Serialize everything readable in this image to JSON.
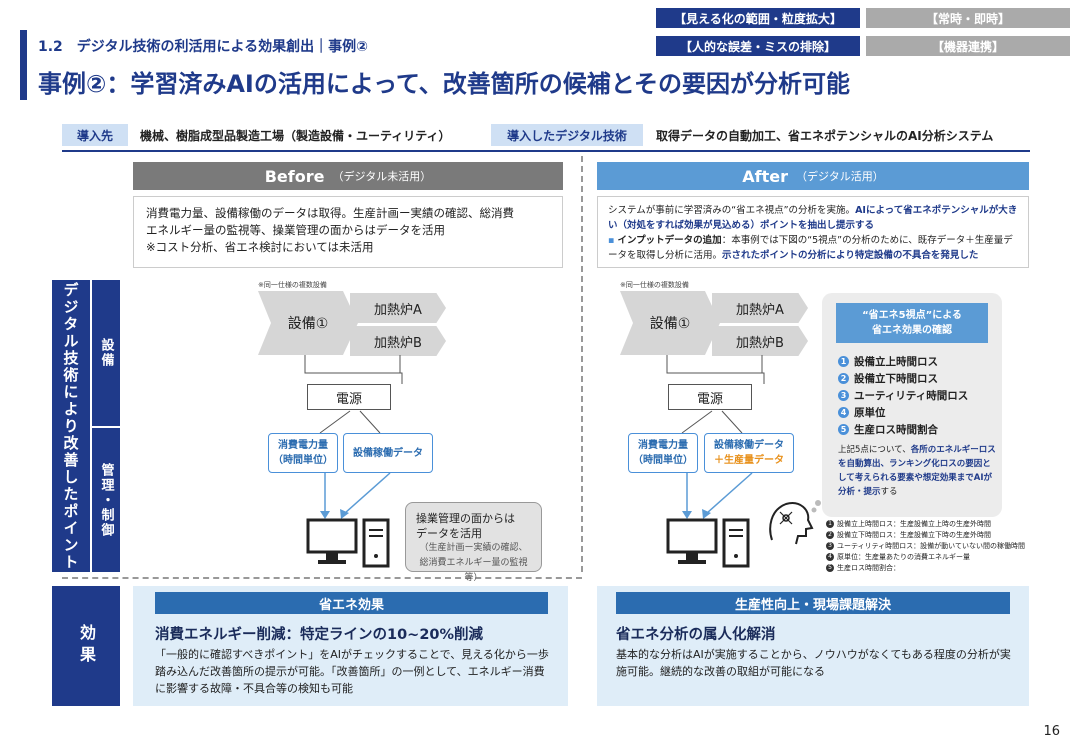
{
  "header": {
    "section": "1.2　デジタル技術の利活用による効果創出｜事例②",
    "title": "事例②：学習済みAIの活用によって、改善箇所の候補とその要因が分析可能"
  },
  "tags": [
    {
      "label": "【見える化の範囲・粒度拡大】",
      "active": true
    },
    {
      "label": "【常時・即時】",
      "active": false
    },
    {
      "label": "【人的な誤差・ミスの排除】",
      "active": true
    },
    {
      "label": "【機器連携】",
      "active": false
    }
  ],
  "meta": {
    "intro_label": "導入先",
    "intro_value": "機械、樹脂成型品製造工場（製造設備・ユーティリティ）",
    "tech_label": "導入したデジタル技術",
    "tech_value": "取得データの自動加工、省エネポテンシャルのAI分析システム"
  },
  "before": {
    "title": "Before",
    "subtitle": "（デジタル未活用）",
    "desc_lines": [
      "消費電力量、設備稼働のデータは取得。生産計画ー実績の確認、総消費",
      "エネルギー量の監視等、操業管理の面からはデータを活用",
      "※コスト分析、省エネ検討においては未活用"
    ],
    "note_small": "※同一仕様の複数設備",
    "equipment": "設備①",
    "furnace_a": "加熱炉A",
    "furnace_b": "加熱炉B",
    "power": "電源",
    "data1_l1": "消費電力量",
    "data1_l2": "（時間単位）",
    "data2_l1": "設備稼働データ",
    "ops_l1": "操業管理の面からは",
    "ops_l2": "データを活用",
    "ops_sub1": "（生産計画ー実績の確認、",
    "ops_sub2": "総消費エネルギー量の監視等）"
  },
  "after": {
    "title": "After",
    "subtitle": "（デジタル活用）",
    "desc": {
      "p1": "システムが事前に学習済みの“省エネ視点”の分析を実施。",
      "p1_hl": "AIによって省エネポテンシャルが大きい（対処をすれば効果が見込める）ポイントを抽出し提示する",
      "bullet_hl": "インプットデータの追加",
      "bullet_rest": "：本事例では下図の“5視点”の分析のために、既存データ＋生産量データを取得し分析に活用。",
      "bullet_hl2": "示されたポイントの分析により特定設備の不具合を発見した"
    },
    "note_small": "※同一仕様の複数設備",
    "equipment": "設備①",
    "furnace_a": "加熱炉A",
    "furnace_b": "加熱炉B",
    "power": "電源",
    "data1_l1": "消費電力量",
    "data1_l2": "（時間単位）",
    "data2_l1": "設備稼働データ",
    "data2_l2": "＋生産量データ",
    "panel_hdr1": "“省エネ5視点”による",
    "panel_hdr2": "省エネ効果の確認",
    "points": [
      "設備立上時間ロス",
      "設備立下時間ロス",
      "ユーティリティ時間ロス",
      "原単位",
      "生産ロス時間割合"
    ],
    "panel_text": "上記5点について、",
    "panel_text_hl": "各所のエネルギーロスを自動算出、ランキング化ロスの要因として考えられる要素や想定効果までAIが分析・提示",
    "panel_text_end": "する",
    "footnotes": [
      "設備立上時間ロス：生産設備立上時の生産外時間",
      "設備立下時間ロス：生産設備立下時の生産外時間",
      "ユーティリティ時間ロス：設備が動いていない間の稼働時間",
      "原単位：生産量あたりの消費エネルギー量",
      "生産ロス時間割合："
    ]
  },
  "side": {
    "main": "デジタル技術により改善したポイント",
    "equip": "設備",
    "mgmt": "管理・制御",
    "effect": "効果"
  },
  "effects": {
    "left_hdr": "省エネ効果",
    "left_title": "消費エネルギー削減：特定ラインの10~20%削減",
    "left_body": "「一般的に確認すべきポイント」をAIがチェックすることで、見える化から一歩踏み込んだ改善箇所の提示が可能。「改善箇所」の一例として、エネルギー消費に影響する故障・不具合等の検知も可能",
    "right_hdr": "生産性向上・現場課題解決",
    "right_title": "省エネ分析の属人化解消",
    "right_body": "基本的な分析はAIが実施することから、ノウハウがなくてもある程度の分析が実施可能。継続的な改善の取組が可能になる"
  },
  "page_number": "16",
  "colors": {
    "navy": "#1f3a8a",
    "before_hdr": "#7a7a7a",
    "after_hdr": "#5b9bd5",
    "effect_bg": "#dfedf8",
    "orange": "#e8911c"
  }
}
